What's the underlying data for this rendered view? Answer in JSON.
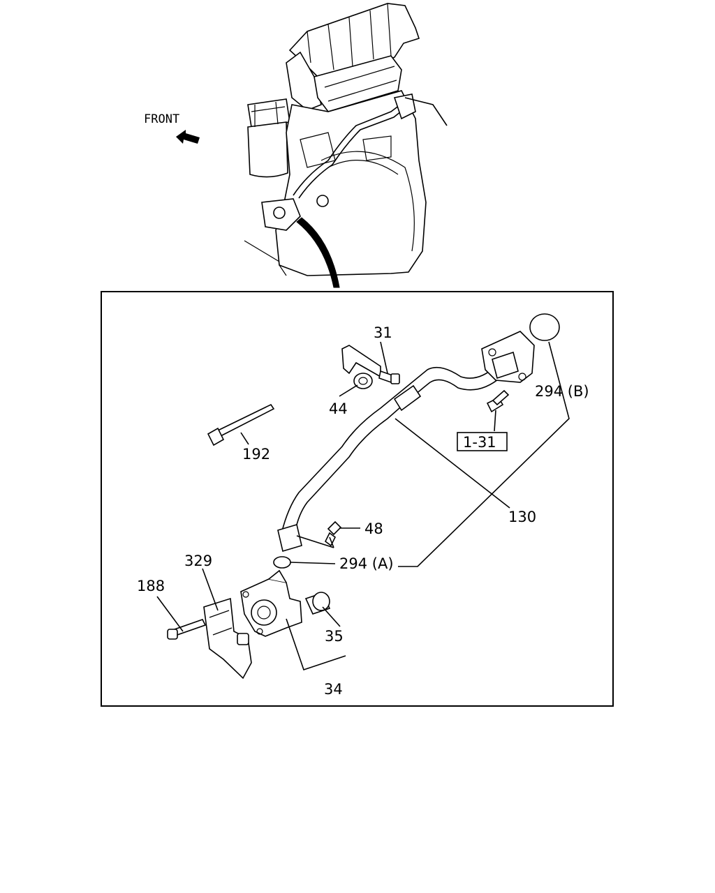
{
  "orientation": {
    "front_label": "FRONT"
  },
  "callouts": {
    "c31": "31",
    "c44": "44",
    "c192": "192",
    "c294b": "294 (B)",
    "c1_31": "1-31",
    "c130": "130",
    "c48": "48",
    "c294a": "294 (A)",
    "c329": "329",
    "c188": "188",
    "c35": "35",
    "c34": "34"
  }
}
